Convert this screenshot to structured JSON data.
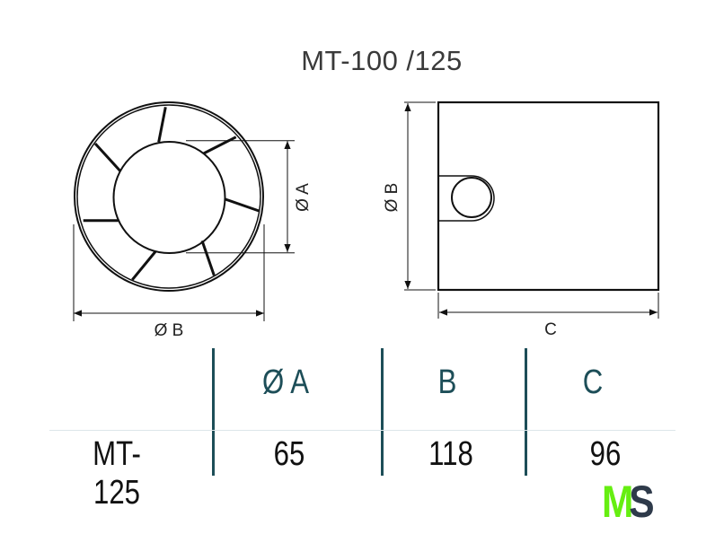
{
  "title": "MT-100 /125",
  "front_view": {
    "label_a": "Ø A",
    "label_b": "Ø B"
  },
  "side_view": {
    "label_b": "Ø B",
    "label_c": "C"
  },
  "table": {
    "headers": [
      "Ø A",
      "B",
      "C"
    ],
    "rows": [
      {
        "model": "MT-125",
        "values": [
          "65",
          "118",
          "96"
        ]
      }
    ]
  },
  "logo": {
    "text_m": "M",
    "text_s": "S"
  }
}
